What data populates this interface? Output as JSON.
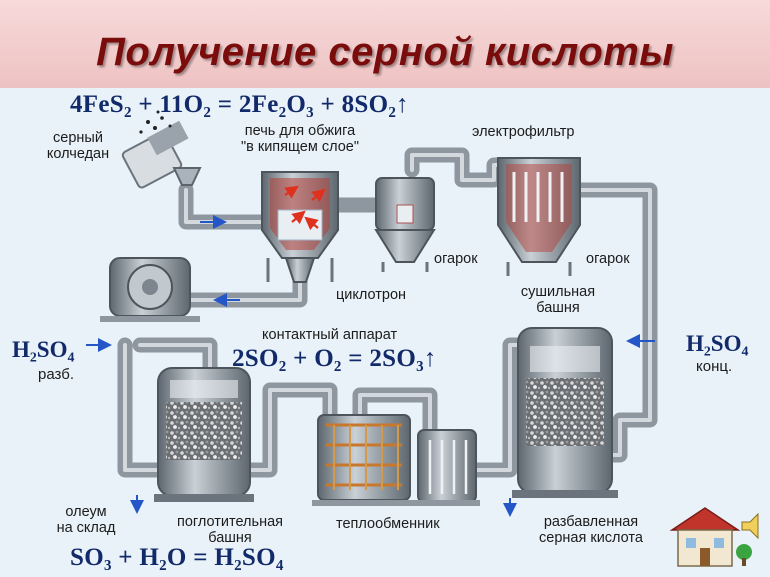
{
  "title": "Получение серной кислоты",
  "equations": {
    "roasting": "4FeS₂ + 11O₂ = 2Fe₂O₃ + 8SO₂↑",
    "contact": "2SO₂ + O₂ = 2SO₃↑",
    "absorption": "SO₃ + H₂O = H₂SO₄"
  },
  "labels": {
    "pyrite": "серный\nколчедан",
    "furnace": "печь для обжига\n\"в кипящем слое\"",
    "electrofilter": "электрофильтр",
    "cinder_1": "огарок",
    "cinder_2": "огарок",
    "cyclotron": "циклотрон",
    "drying_tower": "сушильная\nбашня",
    "contact_apparatus": "контактный аппарат",
    "oleum": "олеум\nна склад",
    "absorption_tower": "поглотительная\nбашня",
    "heat_exchanger": "теплообменник",
    "diluted_acid": "разбавленная\nсерная кислота"
  },
  "inputs": {
    "left": {
      "formula": "H₂SO₄",
      "note": "разб."
    },
    "right": {
      "formula": "H₂SO₄",
      "note": "конц."
    }
  },
  "colors": {
    "title": "#7a0c0c",
    "equation": "#122a6a",
    "pipe": "#a9b2ba",
    "flow_arrow": "#2456c8",
    "gas_arrow": "#e0301e"
  },
  "icons": [
    "pyrite-hopper-icon",
    "blower-icon",
    "home-icon",
    "speaker-icon"
  ]
}
